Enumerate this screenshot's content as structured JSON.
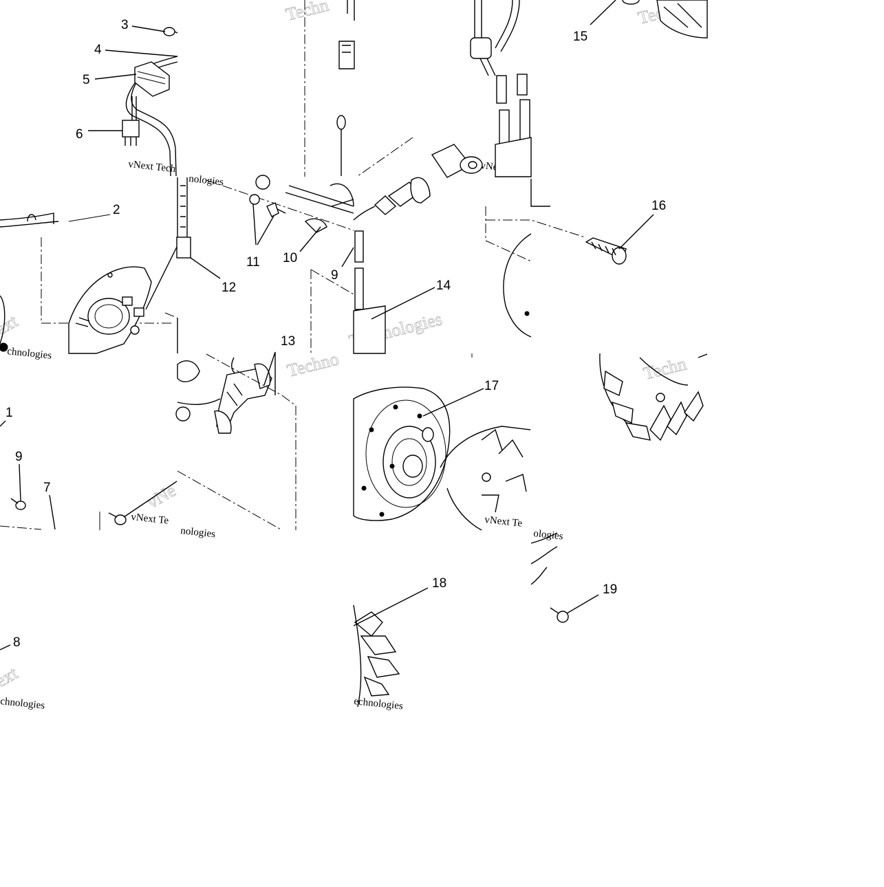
{
  "diagram": {
    "callouts": [
      {
        "id": "c3",
        "label": "3"
      },
      {
        "id": "c4",
        "label": "4"
      },
      {
        "id": "c5",
        "label": "5"
      },
      {
        "id": "c6",
        "label": "6"
      },
      {
        "id": "c15",
        "label": "15"
      },
      {
        "id": "c2",
        "label": "2"
      },
      {
        "id": "c16",
        "label": "16"
      },
      {
        "id": "c11",
        "label": "11"
      },
      {
        "id": "c10",
        "label": "10"
      },
      {
        "id": "c9a",
        "label": "9"
      },
      {
        "id": "c12",
        "label": "12"
      },
      {
        "id": "c14",
        "label": "14"
      },
      {
        "id": "c13",
        "label": "13"
      },
      {
        "id": "c17",
        "label": "17"
      },
      {
        "id": "c1",
        "label": "1"
      },
      {
        "id": "c9b",
        "label": "9"
      },
      {
        "id": "c7",
        "label": "7"
      },
      {
        "id": "c8",
        "label": "8"
      },
      {
        "id": "c18",
        "label": "18"
      },
      {
        "id": "c19",
        "label": "19"
      }
    ],
    "watermark_fragments": [
      "Techn",
      "Techno",
      "vNext Tech",
      "nologies",
      "vNext Te",
      "Technologies",
      "ext",
      "chnologies",
      "Techno",
      "vNe",
      "vNext Te",
      "nologies",
      "vNext Te",
      "ologies",
      "Techn",
      "ext",
      "chnologies",
      "echnologies"
    ]
  }
}
